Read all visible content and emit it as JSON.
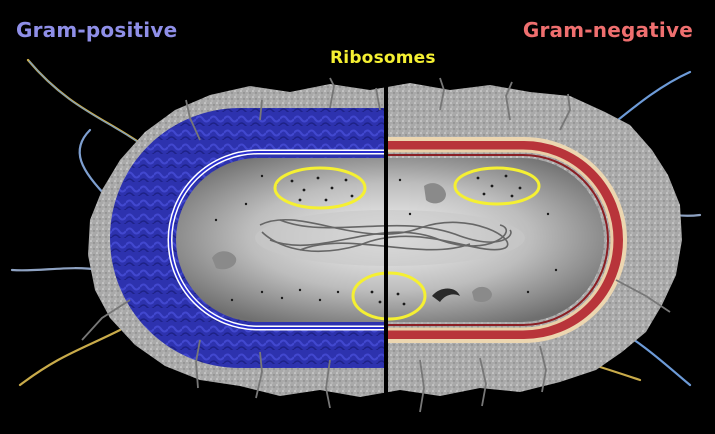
{
  "labels": {
    "left": "Gram-positive",
    "right": "Gram-negative",
    "center": "Ribosomes"
  },
  "colors": {
    "background": "#000000",
    "gram_positive_text": "#8f8fe8",
    "gram_negative_text": "#ef6f6f",
    "ribosome_text": "#f5f032",
    "highlight_ring": "#f5f032",
    "gram_positive_wall": "#2a2fa5",
    "gram_negative_wall": "#b8343a",
    "capsule": "#b8b8b8",
    "divider": "#000000"
  },
  "icons": [
    "flagellum-icon",
    "pilus-icon",
    "nucleoid-icon",
    "ribosome-icon"
  ]
}
